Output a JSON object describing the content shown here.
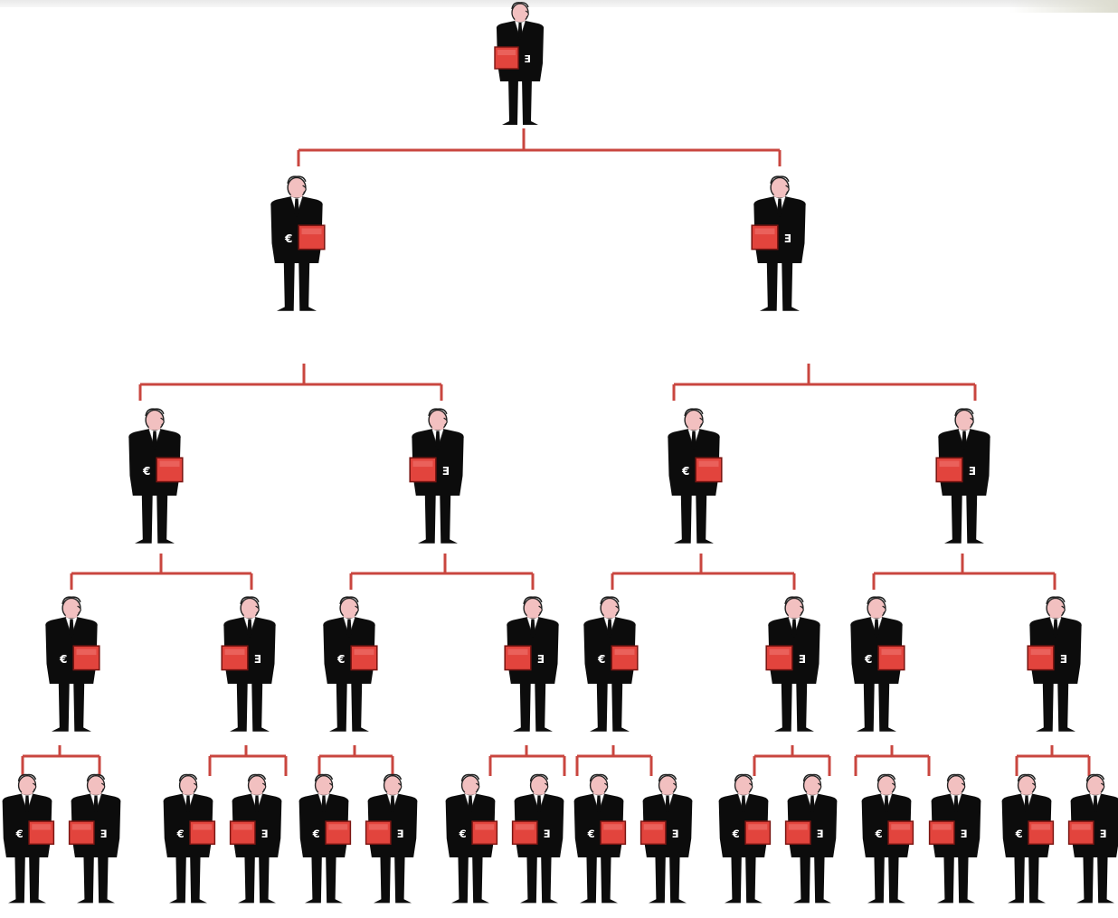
{
  "diagram": {
    "kind": "hierarchy-tree",
    "levels": [
      1,
      2,
      4,
      8,
      16
    ],
    "node": {
      "figure": "businessman-holding-red-box",
      "box_symbol": "€"
    },
    "colors": {
      "connector": "#c9463f",
      "box": "#e2443d",
      "box_stroke": "#7a1512",
      "suit": "#0c0c0c",
      "skin": "#f2c0c0",
      "shirt": "#ffffff",
      "background": "#ffffff"
    }
  }
}
